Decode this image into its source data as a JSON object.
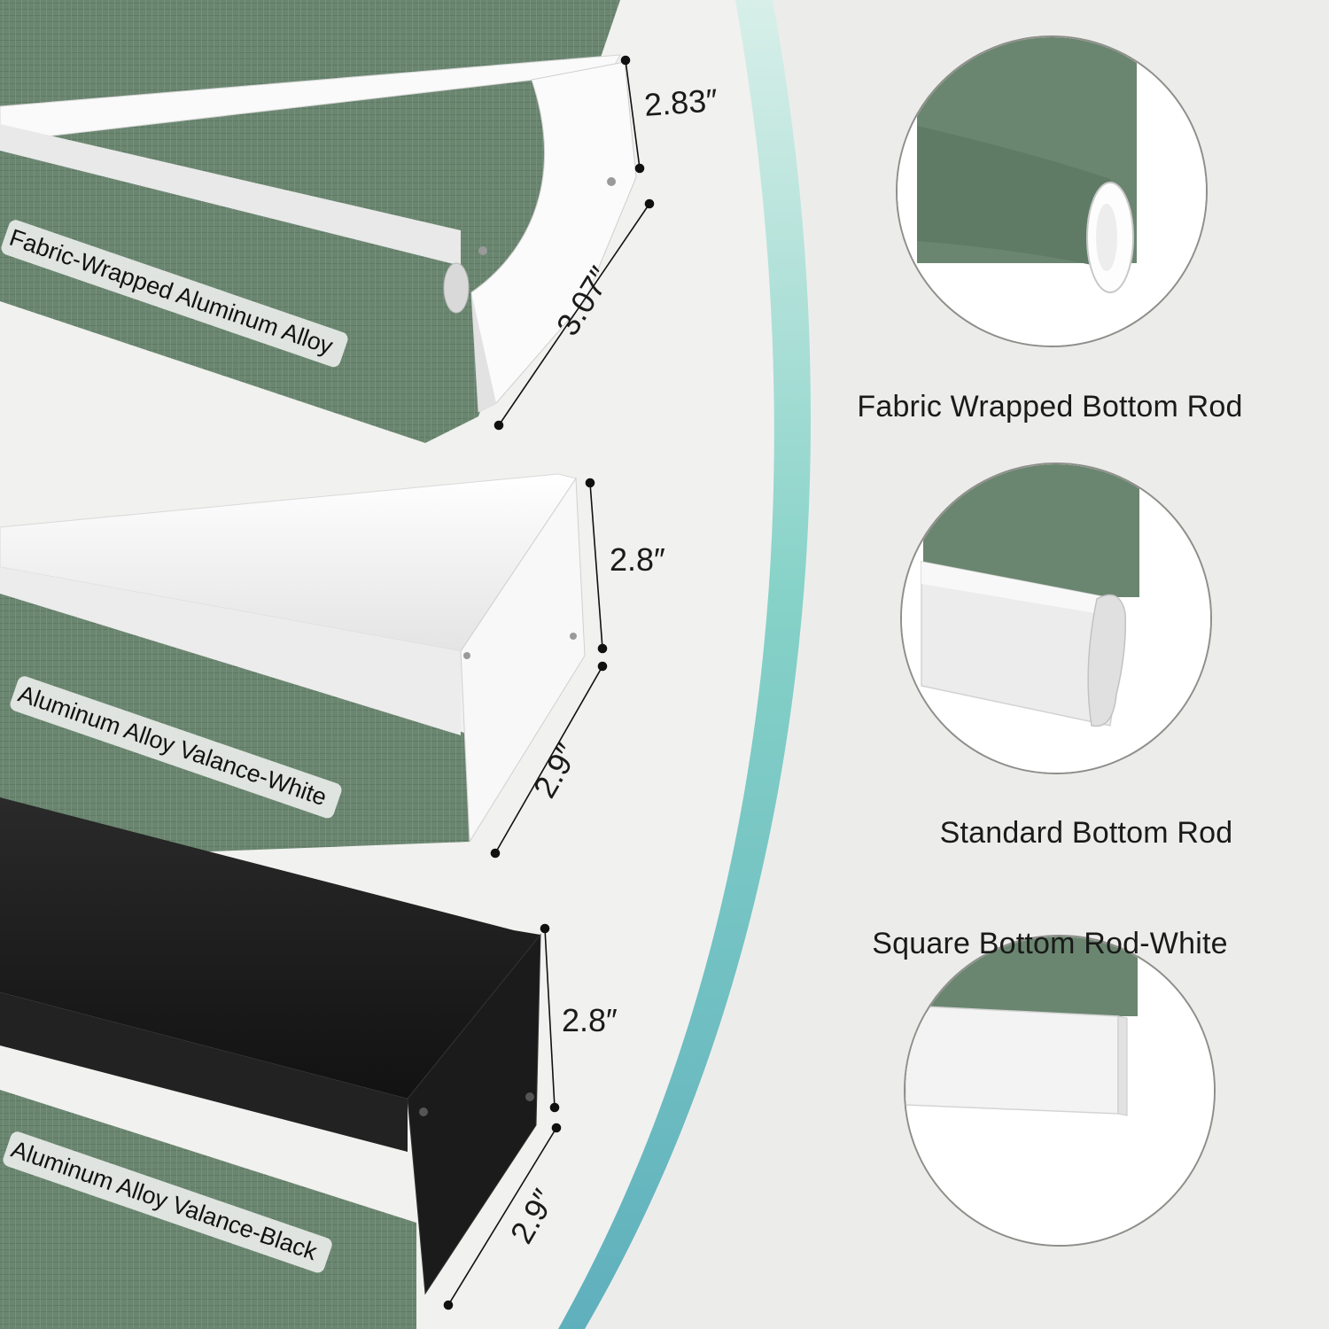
{
  "valances": [
    {
      "label": "Fabric-Wrapped Aluminum Alloy",
      "height": "2.83″",
      "depth": "3.07″"
    },
    {
      "label": "Aluminum Alloy Valance-White",
      "height": "2.8″",
      "depth": "2.9″"
    },
    {
      "label": "Aluminum Alloy Valance-Black",
      "height": "2.8″",
      "depth": "2.9″"
    }
  ],
  "bottom_rods": [
    {
      "label": "Fabric Wrapped Bottom Rod",
      "icon": "fabric-wrapped-rod-icon"
    },
    {
      "label": "Standard Bottom Rod",
      "icon": "standard-rod-icon"
    },
    {
      "label": "Square Bottom Rod-White",
      "icon": "square-rod-icon"
    }
  ],
  "colors": {
    "fabric": "#6b8670",
    "white_valance": "#f7f7f7",
    "black_valance": "#1c1c1c",
    "accent_arc": "#5fb8bc",
    "background": "#ecedeb"
  }
}
